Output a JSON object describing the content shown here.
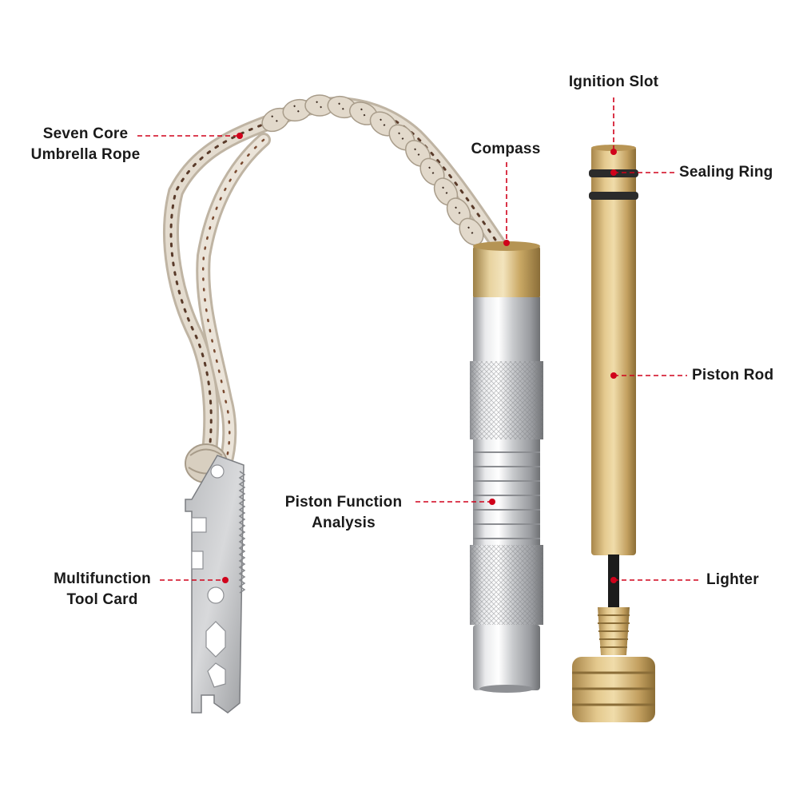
{
  "colors": {
    "leader": "#d0021b",
    "label_text": "#1a1a1a",
    "brass": "#c9a864",
    "steel": "#cfd0d2",
    "rope": "#d6ccbc"
  },
  "labels": {
    "seven_core_rope": [
      "Seven Core",
      "Umbrella Rope"
    ],
    "multifunction_tool_card": [
      "Multifunction",
      "Tool Card"
    ],
    "compass": "Compass",
    "piston_function_analysis": [
      "Piston Function",
      "Analysis"
    ],
    "ignition_slot": "Ignition Slot",
    "sealing_ring": "Sealing Ring",
    "piston_rod": "Piston Rod",
    "lighter": "Lighter"
  }
}
